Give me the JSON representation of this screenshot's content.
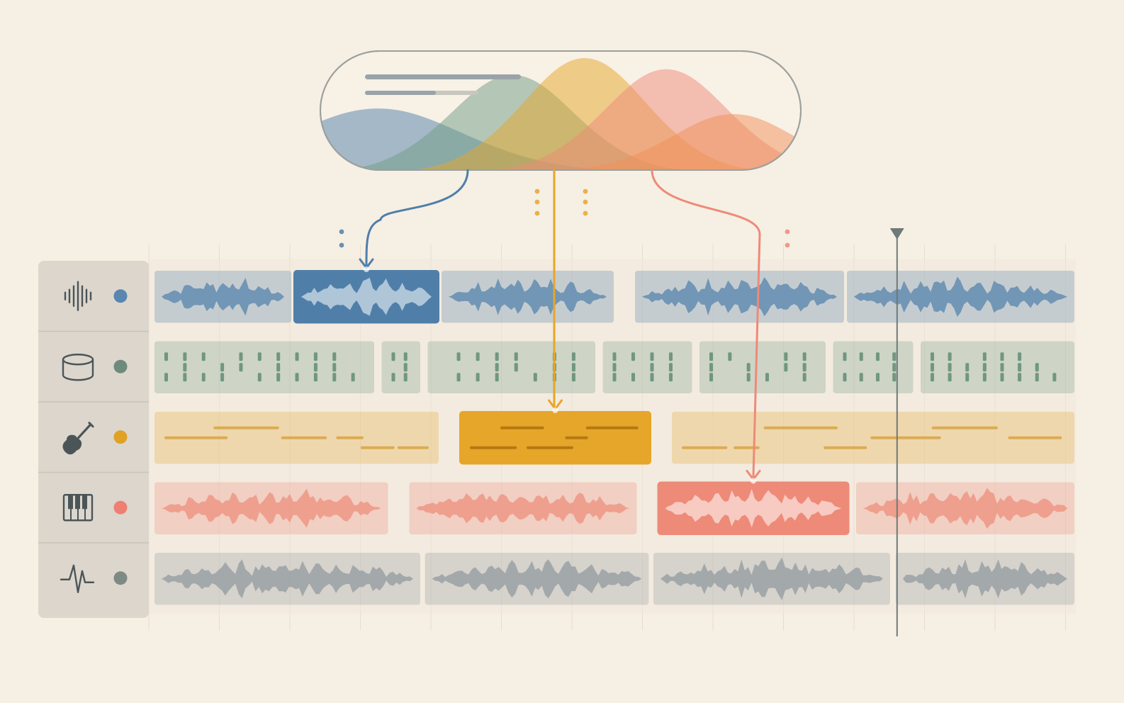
{
  "colors": {
    "background": "#f6efe4",
    "header_panel": "#dcd6cd",
    "blue": "#4f7fa9",
    "green": "#6f9c84",
    "yellow": "#e6a62a",
    "coral": "#ee8a78",
    "gray": "#8d959b",
    "playhead": "#6d7a78"
  },
  "overview": {
    "title_lines": 2,
    "spectrum_layers": [
      {
        "color": "#4f7fa9",
        "peak": 0.55
      },
      {
        "color": "#6f9c84",
        "peak": 0.85
      },
      {
        "color": "#e6a62a",
        "peak": 1.0
      },
      {
        "color": "#ee8a78",
        "peak": 0.9
      },
      {
        "color": "#ef8f5a",
        "peak": 0.5
      }
    ]
  },
  "tracks": [
    {
      "name": "vocals",
      "icon": "waveform-icon",
      "color": "#4f7fa9",
      "dot": "#5a86b0",
      "style": "wave",
      "clips": [
        {
          "start": 0.0,
          "end": 0.15
        },
        {
          "start": 0.15,
          "end": 0.31,
          "active": true
        },
        {
          "start": 0.31,
          "end": 0.5
        },
        {
          "start": 0.52,
          "end": 0.75
        },
        {
          "start": 0.75,
          "end": 1.0
        }
      ]
    },
    {
      "name": "drums",
      "icon": "drum-icon",
      "color": "#6f9c84",
      "dot": "#6f8a7c",
      "style": "hits",
      "clips": [
        {
          "start": 0.0,
          "end": 0.24
        },
        {
          "start": 0.245,
          "end": 0.29
        },
        {
          "start": 0.295,
          "end": 0.48
        },
        {
          "start": 0.485,
          "end": 0.585
        },
        {
          "start": 0.59,
          "end": 0.73
        },
        {
          "start": 0.735,
          "end": 0.825
        },
        {
          "start": 0.83,
          "end": 1.0
        }
      ]
    },
    {
      "name": "guitar",
      "icon": "guitar-icon",
      "color": "#e6a62a",
      "dot": "#e0a125",
      "style": "midi",
      "clips": [
        {
          "start": 0.0,
          "end": 0.31
        },
        {
          "start": 0.33,
          "end": 0.54,
          "active": true
        },
        {
          "start": 0.56,
          "end": 1.0
        }
      ]
    },
    {
      "name": "keys",
      "icon": "piano-icon",
      "color": "#ee8a78",
      "dot": "#ee7f72",
      "style": "wave",
      "clips": [
        {
          "start": 0.0,
          "end": 0.255
        },
        {
          "start": 0.275,
          "end": 0.525
        },
        {
          "start": 0.545,
          "end": 0.755,
          "active": true
        },
        {
          "start": 0.76,
          "end": 1.0
        }
      ]
    },
    {
      "name": "fx",
      "icon": "pulse-icon",
      "color": "#8d959b",
      "dot": "#7e8a84",
      "style": "wave",
      "clips": [
        {
          "start": 0.0,
          "end": 0.29
        },
        {
          "start": 0.292,
          "end": 0.538
        },
        {
          "start": 0.54,
          "end": 0.8
        },
        {
          "start": 0.803,
          "end": 1.0
        }
      ]
    }
  ],
  "routes": [
    {
      "name": "blue-route",
      "color": "#4f7fa9",
      "to_track": 0,
      "to_clip": 1
    },
    {
      "name": "yellow-route",
      "color": "#e6a62a",
      "to_track": 2,
      "to_clip": 1
    },
    {
      "name": "coral-route",
      "color": "#ee8a78",
      "to_track": 3,
      "to_clip": 2
    }
  ],
  "playhead": {
    "position": 0.806
  }
}
